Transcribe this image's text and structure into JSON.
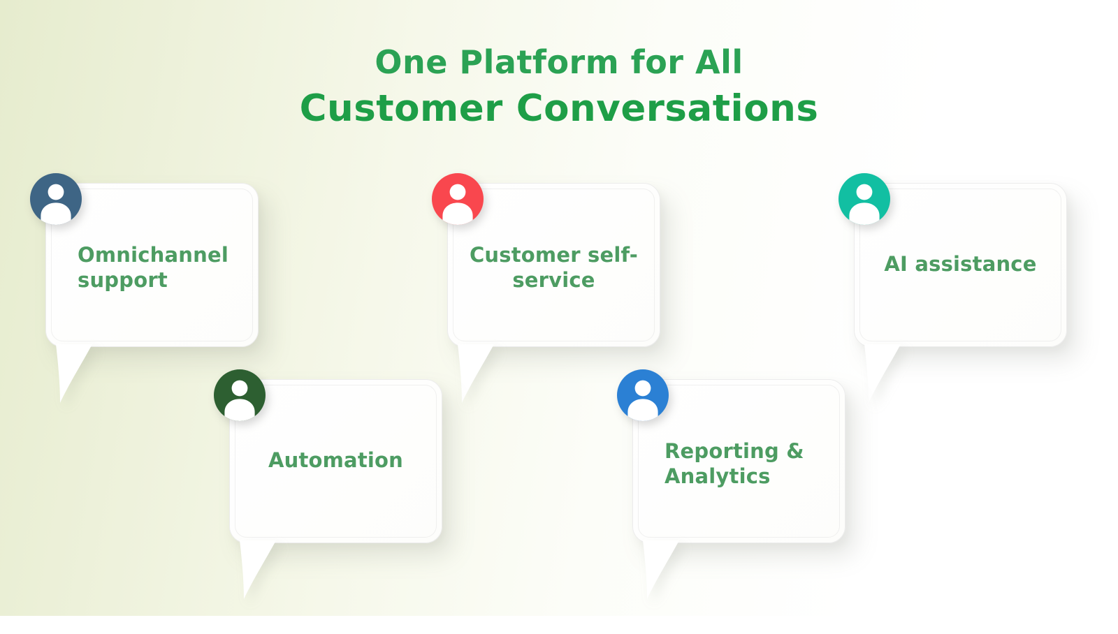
{
  "title": {
    "line1": "One Platform for All",
    "line2": "Customer Conversations"
  },
  "cards": [
    {
      "label": "Omnichannel support",
      "avatar_color": "#3e6585",
      "icon": "person-icon"
    },
    {
      "label": "Customer self-service",
      "avatar_color": "#f9474e",
      "icon": "person-icon"
    },
    {
      "label": "AI assistance",
      "avatar_color": "#12bfa2",
      "icon": "person-icon"
    },
    {
      "label": "Automation",
      "avatar_color": "#2d5f31",
      "icon": "person-icon"
    },
    {
      "label": "Reporting & Analytics",
      "avatar_color": "#2b80d4",
      "icon": "person-icon"
    }
  ],
  "colors": {
    "title_line1": "#2ba254",
    "title_line2": "#1e9e47",
    "label_text": "#4d9c62",
    "background_left": "#e7ecd0",
    "background_right": "#ffffff",
    "bubble_fill": "#ffffff"
  }
}
